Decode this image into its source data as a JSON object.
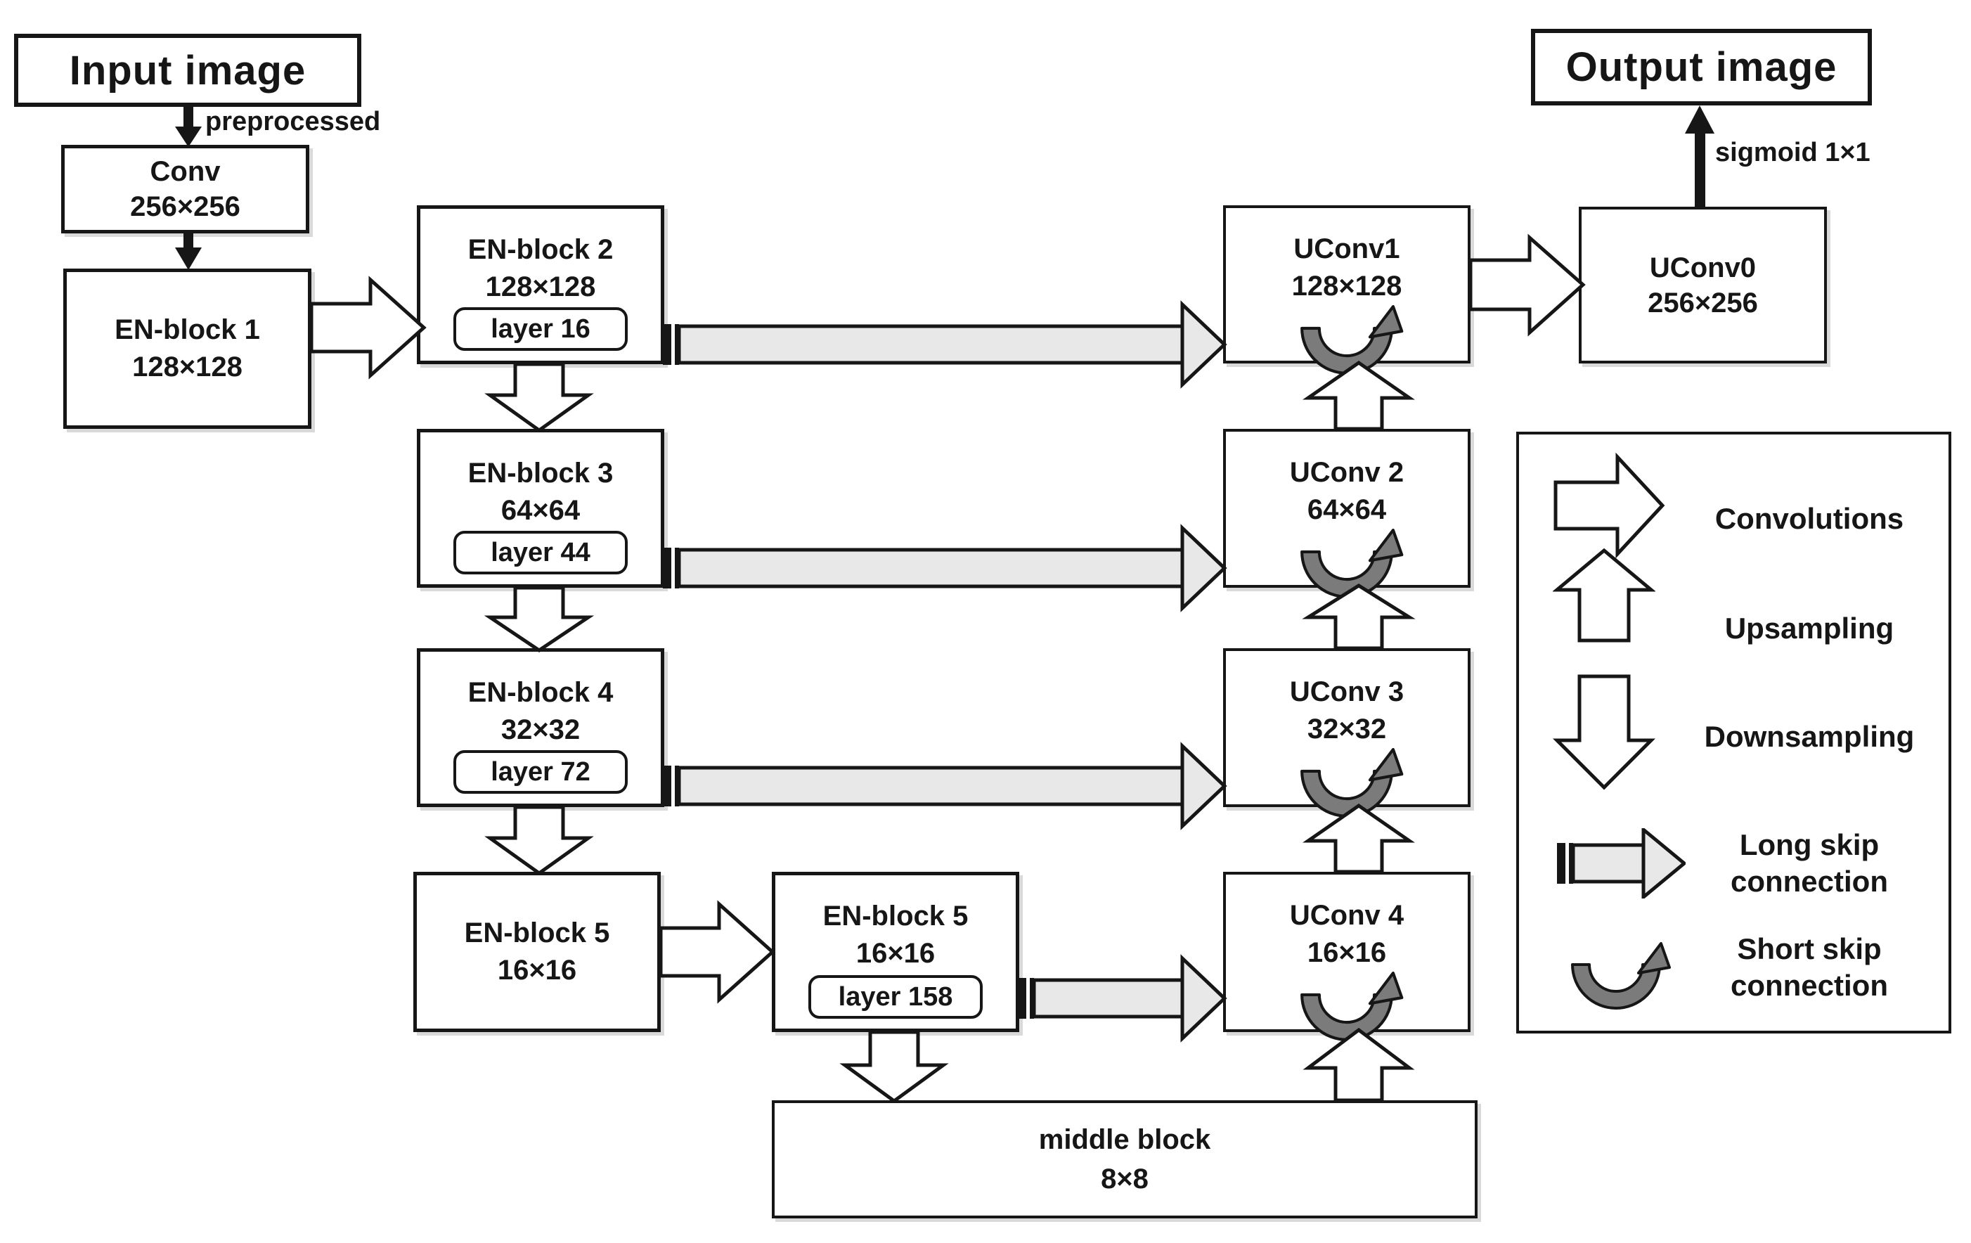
{
  "diagram": {
    "input": {
      "label": "Input image"
    },
    "preprocess_label": "preprocessed",
    "conv": {
      "title": "Conv",
      "dims": "256×256"
    },
    "en1": {
      "title": "EN-block 1",
      "dims": "128×128"
    },
    "en2": {
      "title": "EN-block 2",
      "dims": "128×128",
      "layer": "layer 16"
    },
    "en3": {
      "title": "EN-block 3",
      "dims": "64×64",
      "layer": "layer 44"
    },
    "en4": {
      "title": "EN-block 4",
      "dims": "32×32",
      "layer": "layer 72"
    },
    "en5a": {
      "title": "EN-block 5",
      "dims": "16×16"
    },
    "en5b": {
      "title": "EN-block 5",
      "dims": "16×16",
      "layer": "layer 158"
    },
    "middle": {
      "title": "middle block",
      "dims": "8×8"
    },
    "uconv1": {
      "title": "UConv1",
      "dims": "128×128"
    },
    "uconv2": {
      "title": "UConv 2",
      "dims": "64×64"
    },
    "uconv3": {
      "title": "UConv 3",
      "dims": "32×32"
    },
    "uconv4": {
      "title": "UConv 4",
      "dims": "16×16"
    },
    "uconv0": {
      "title": "UConv0",
      "dims": "256×256"
    },
    "output": {
      "label": "Output image"
    },
    "sigmoid_label": "sigmoid 1×1",
    "legend": {
      "items": [
        {
          "icon": "convolutions-arrow-icon",
          "label": "Convolutions"
        },
        {
          "icon": "upsampling-arrow-icon",
          "label": "Upsampling"
        },
        {
          "icon": "downsampling-arrow-icon",
          "label": "Downsampling"
        },
        {
          "icon": "long-skip-arrow-icon",
          "label": "Long skip",
          "label2": "connection"
        },
        {
          "icon": "short-skip-arc-icon",
          "label": "Short skip",
          "label2": "connection"
        }
      ]
    },
    "colors": {
      "line": "#161616",
      "skip_fill": "#e8e8e8",
      "arc_fill": "#7b7b7b"
    }
  }
}
